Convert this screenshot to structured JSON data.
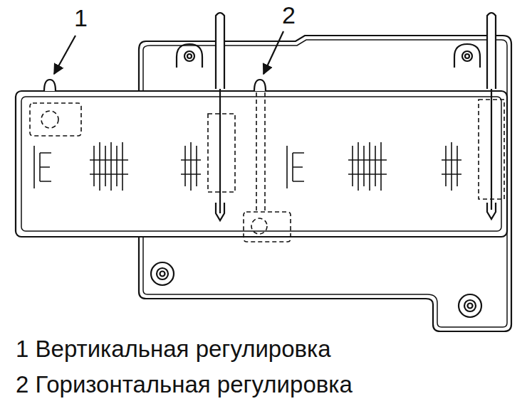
{
  "diagram": {
    "labels": [
      "1",
      "2",
      "1 Вертикальная регулировка",
      "2 Горизонтальная регулировка"
    ]
  }
}
